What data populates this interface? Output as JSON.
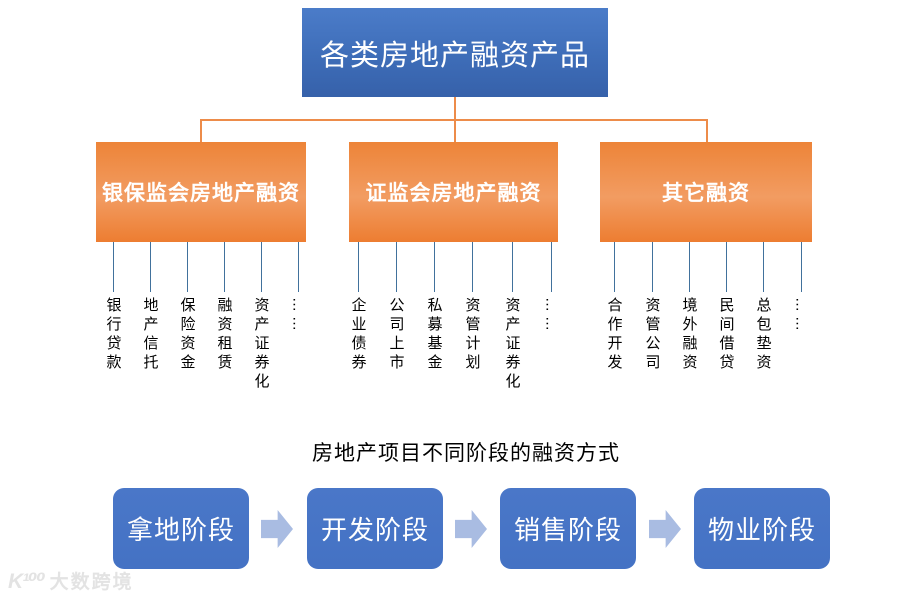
{
  "root": {
    "title": "各类房地产融资产品"
  },
  "branches": [
    {
      "label": "银保监会房地产融资",
      "items": [
        "银行贷款",
        "地产信托",
        "保险资金",
        "融资租赁",
        "资产证券化",
        "……"
      ]
    },
    {
      "label": "证监会房地产融资",
      "items": [
        "企业债券",
        "公司上市",
        "私募基金",
        "资管计划",
        "资产证券化",
        "……"
      ]
    },
    {
      "label": "其它融资",
      "items": [
        "合作开发",
        "资管公司",
        "境外融资",
        "民间借贷",
        "总包垫资",
        "……"
      ]
    }
  ],
  "stages": {
    "heading": "房地产项目不同阶段的融资方式",
    "steps": [
      "拿地阶段",
      "开发阶段",
      "销售阶段",
      "物业阶段"
    ]
  },
  "watermark": {
    "logo": "K¹⁰⁰",
    "text": "大数跨境"
  },
  "colors": {
    "root_blue": "#3E6CB5",
    "branch_orange": "#ED7D31",
    "connector_orange": "#ED8C4A",
    "leaf_line_blue": "#41719C",
    "stage_blue": "#4472C4",
    "arrow_light_blue": "#A9BCE2"
  }
}
